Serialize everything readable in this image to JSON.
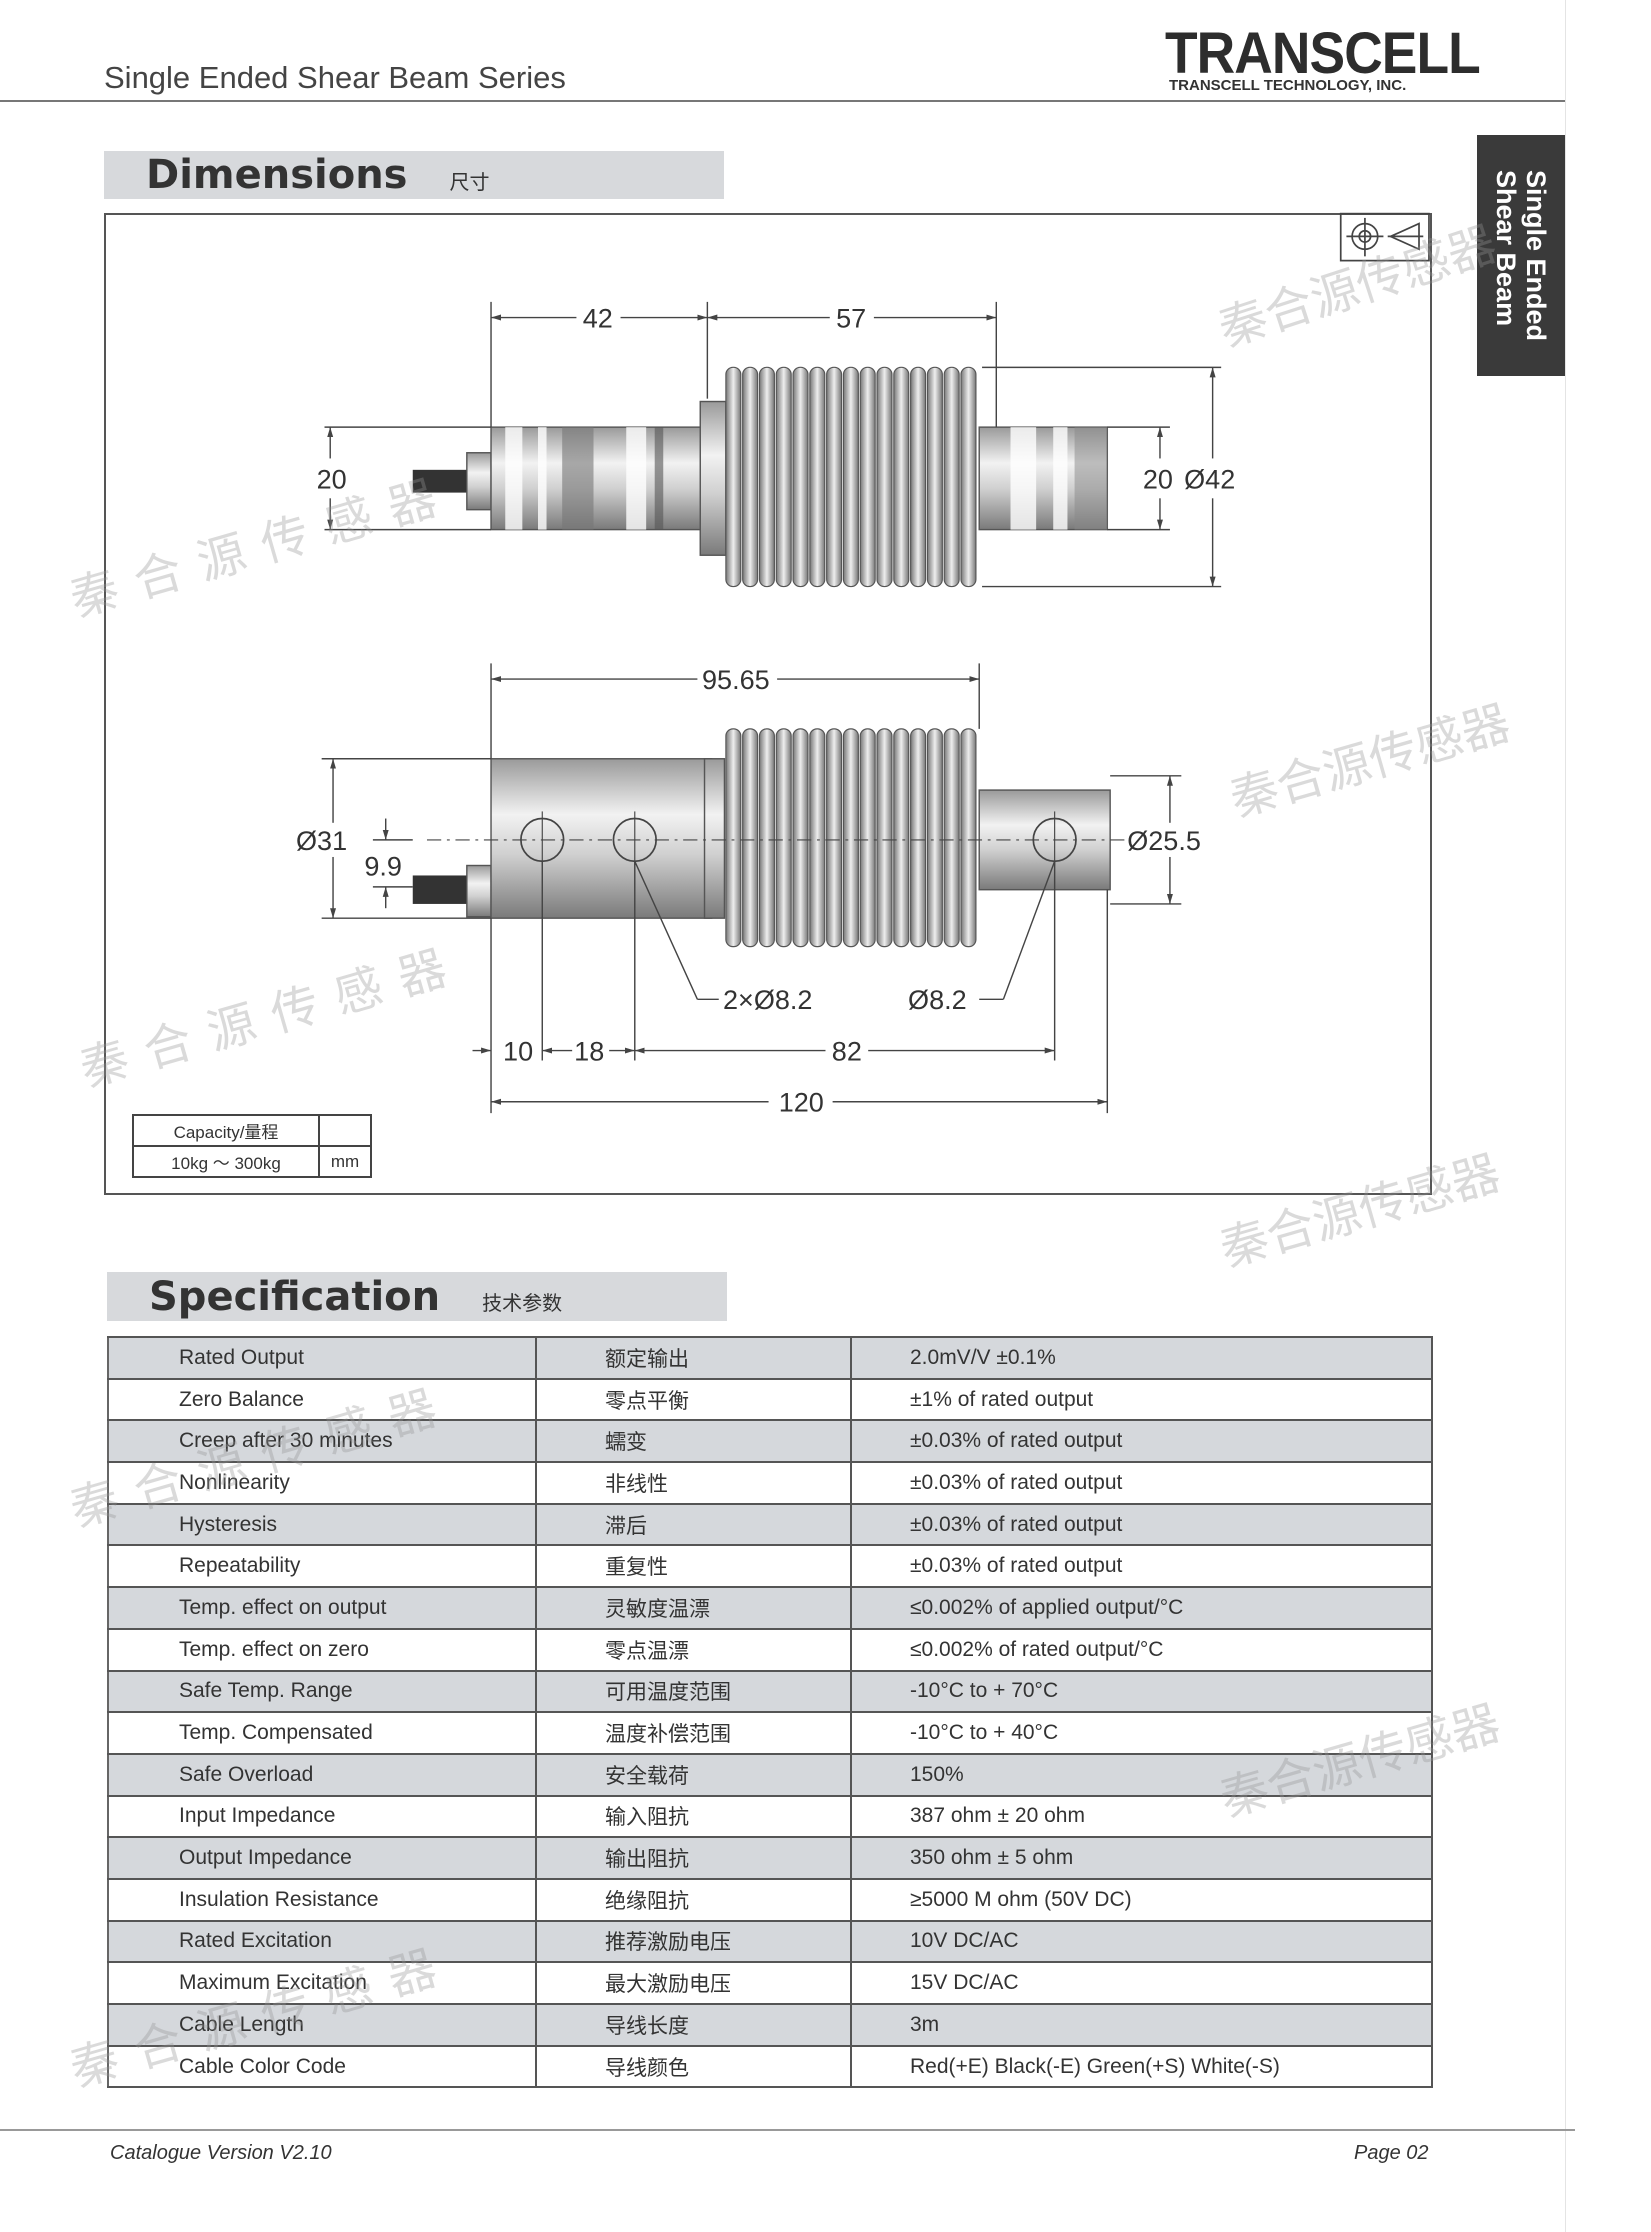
{
  "header": {
    "series_title": "Single Ended Shear Beam Series",
    "logo": "TRANSCELL",
    "company": "TRANSCELL TECHNOLOGY, INC."
  },
  "side_tab": {
    "line1": "Single Ended",
    "line2": "Shear Beam"
  },
  "dimensions": {
    "title": "Dimensions",
    "title_cn": "尺寸",
    "top_view": {
      "d1": "42",
      "d2": "57",
      "h_left": "20",
      "h_right": "20",
      "dia": "Ø42"
    },
    "side_view": {
      "length": "95.65",
      "dia_left": "Ø31",
      "offset": "9.9",
      "dia_right": "Ø25.5",
      "holes": "2×Ø8.2",
      "hole": "Ø8.2",
      "b1": "10",
      "b2": "18",
      "b3": "82",
      "total": "120"
    },
    "capacity": {
      "label": "Capacity/量程",
      "range": "10kg ～ 300kg",
      "unit": "mm"
    }
  },
  "specification": {
    "title": "Specification",
    "title_cn": "技术参数",
    "rows": [
      [
        "Rated Output",
        "额定输出",
        "2.0mV/V ±0.1%"
      ],
      [
        "Zero Balance",
        "零点平衡",
        "±1% of rated output"
      ],
      [
        "Creep after 30 minutes",
        "蠕变",
        "±0.03% of rated output"
      ],
      [
        "Nonlinearity",
        "非线性",
        "±0.03% of rated output"
      ],
      [
        "Hysteresis",
        "滞后",
        "±0.03% of rated output"
      ],
      [
        "Repeatability",
        "重复性",
        "±0.03% of rated output"
      ],
      [
        "Temp. effect on output",
        "灵敏度温漂",
        "≤0.002% of applied output/°C"
      ],
      [
        "Temp. effect on zero",
        "零点温漂",
        "≤0.002% of rated output/°C"
      ],
      [
        "Safe Temp. Range",
        "可用温度范围",
        "-10°C to + 70°C"
      ],
      [
        "Temp. Compensated",
        "温度补偿范围",
        "-10°C to + 40°C"
      ],
      [
        "Safe Overload",
        "安全载荷",
        "150%"
      ],
      [
        "Input Impedance",
        "输入阻抗",
        "387 ohm ± 20 ohm"
      ],
      [
        "Output Impedance",
        "输出阻抗",
        "350 ohm ± 5 ohm"
      ],
      [
        "Insulation Resistance",
        "绝缘阻抗",
        "≥5000 M ohm (50V DC)"
      ],
      [
        "Rated Excitation",
        "推荐激励电压",
        "10V DC/AC"
      ],
      [
        "Maximum Excitation",
        "最大激励电压",
        "15V DC/AC"
      ],
      [
        "Cable Length",
        "导线长度",
        "3m"
      ],
      [
        "Cable Color Code",
        "导线颜色",
        "Red(+E) Black(-E) Green(+S) White(-S)"
      ]
    ]
  },
  "footer": {
    "version": "Catalogue Version V2.10",
    "page": "Page 02"
  },
  "watermark": "秦合源传感器"
}
